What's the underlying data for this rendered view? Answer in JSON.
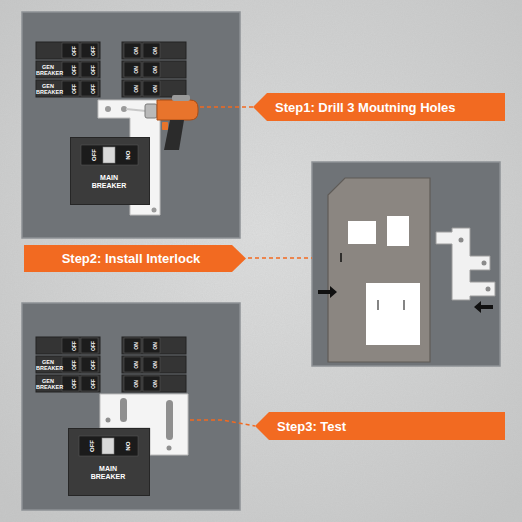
{
  "diagram": {
    "nodes": [
      {
        "text": [
          "Step1: Drill 3 Moutning Holes"
        ]
      },
      {
        "text": [
          "OFF",
          "ON",
          "MAIN BREAKER"
        ]
      },
      {
        "text": [
          "Step2: Install Interlock"
        ]
      },
      {
        "text": [
          "Step3: Test"
        ]
      },
      {
        "text": [
          "OFF",
          "ON",
          "MAIN BREAKER"
        ]
      }
    ],
    "labels": [
      "OFF",
      "OFF",
      "ON",
      "ON",
      "GEN BREAKER",
      "OFF",
      "OFF",
      "ON",
      "ON",
      "GEN BREAKER",
      "OFF",
      "OFF",
      "ON",
      "ON",
      "OFF",
      "OFF",
      "ON",
      "ON",
      "GEN BREAKER",
      "OFF",
      "OFF",
      "ON",
      "ON",
      "GEN BREAKER",
      "OFF",
      "OFF",
      "ON",
      "ON"
    ]
  }
}
